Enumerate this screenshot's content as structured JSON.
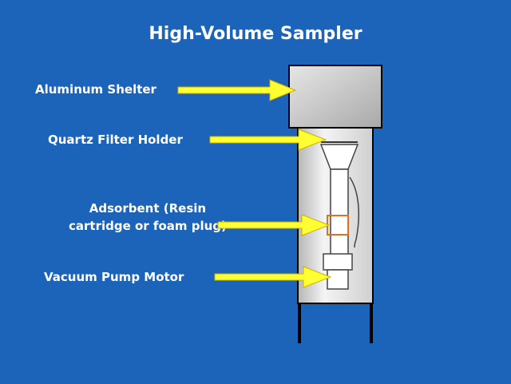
{
  "title": "High-Volume Sampler",
  "labels": {
    "shelter": "Aluminum Shelter",
    "filter": "Quartz Filter Holder",
    "adsorbent_line1": "Adsorbent (Resin",
    "adsorbent_line2": "cartridge or foam plug)",
    "pump": "Vacuum Pump Motor"
  },
  "colors": {
    "background": "#1b64b9",
    "arrow": "#ffff33",
    "adsorbent_box": "#e07020",
    "housing": "#c8c8c8"
  }
}
